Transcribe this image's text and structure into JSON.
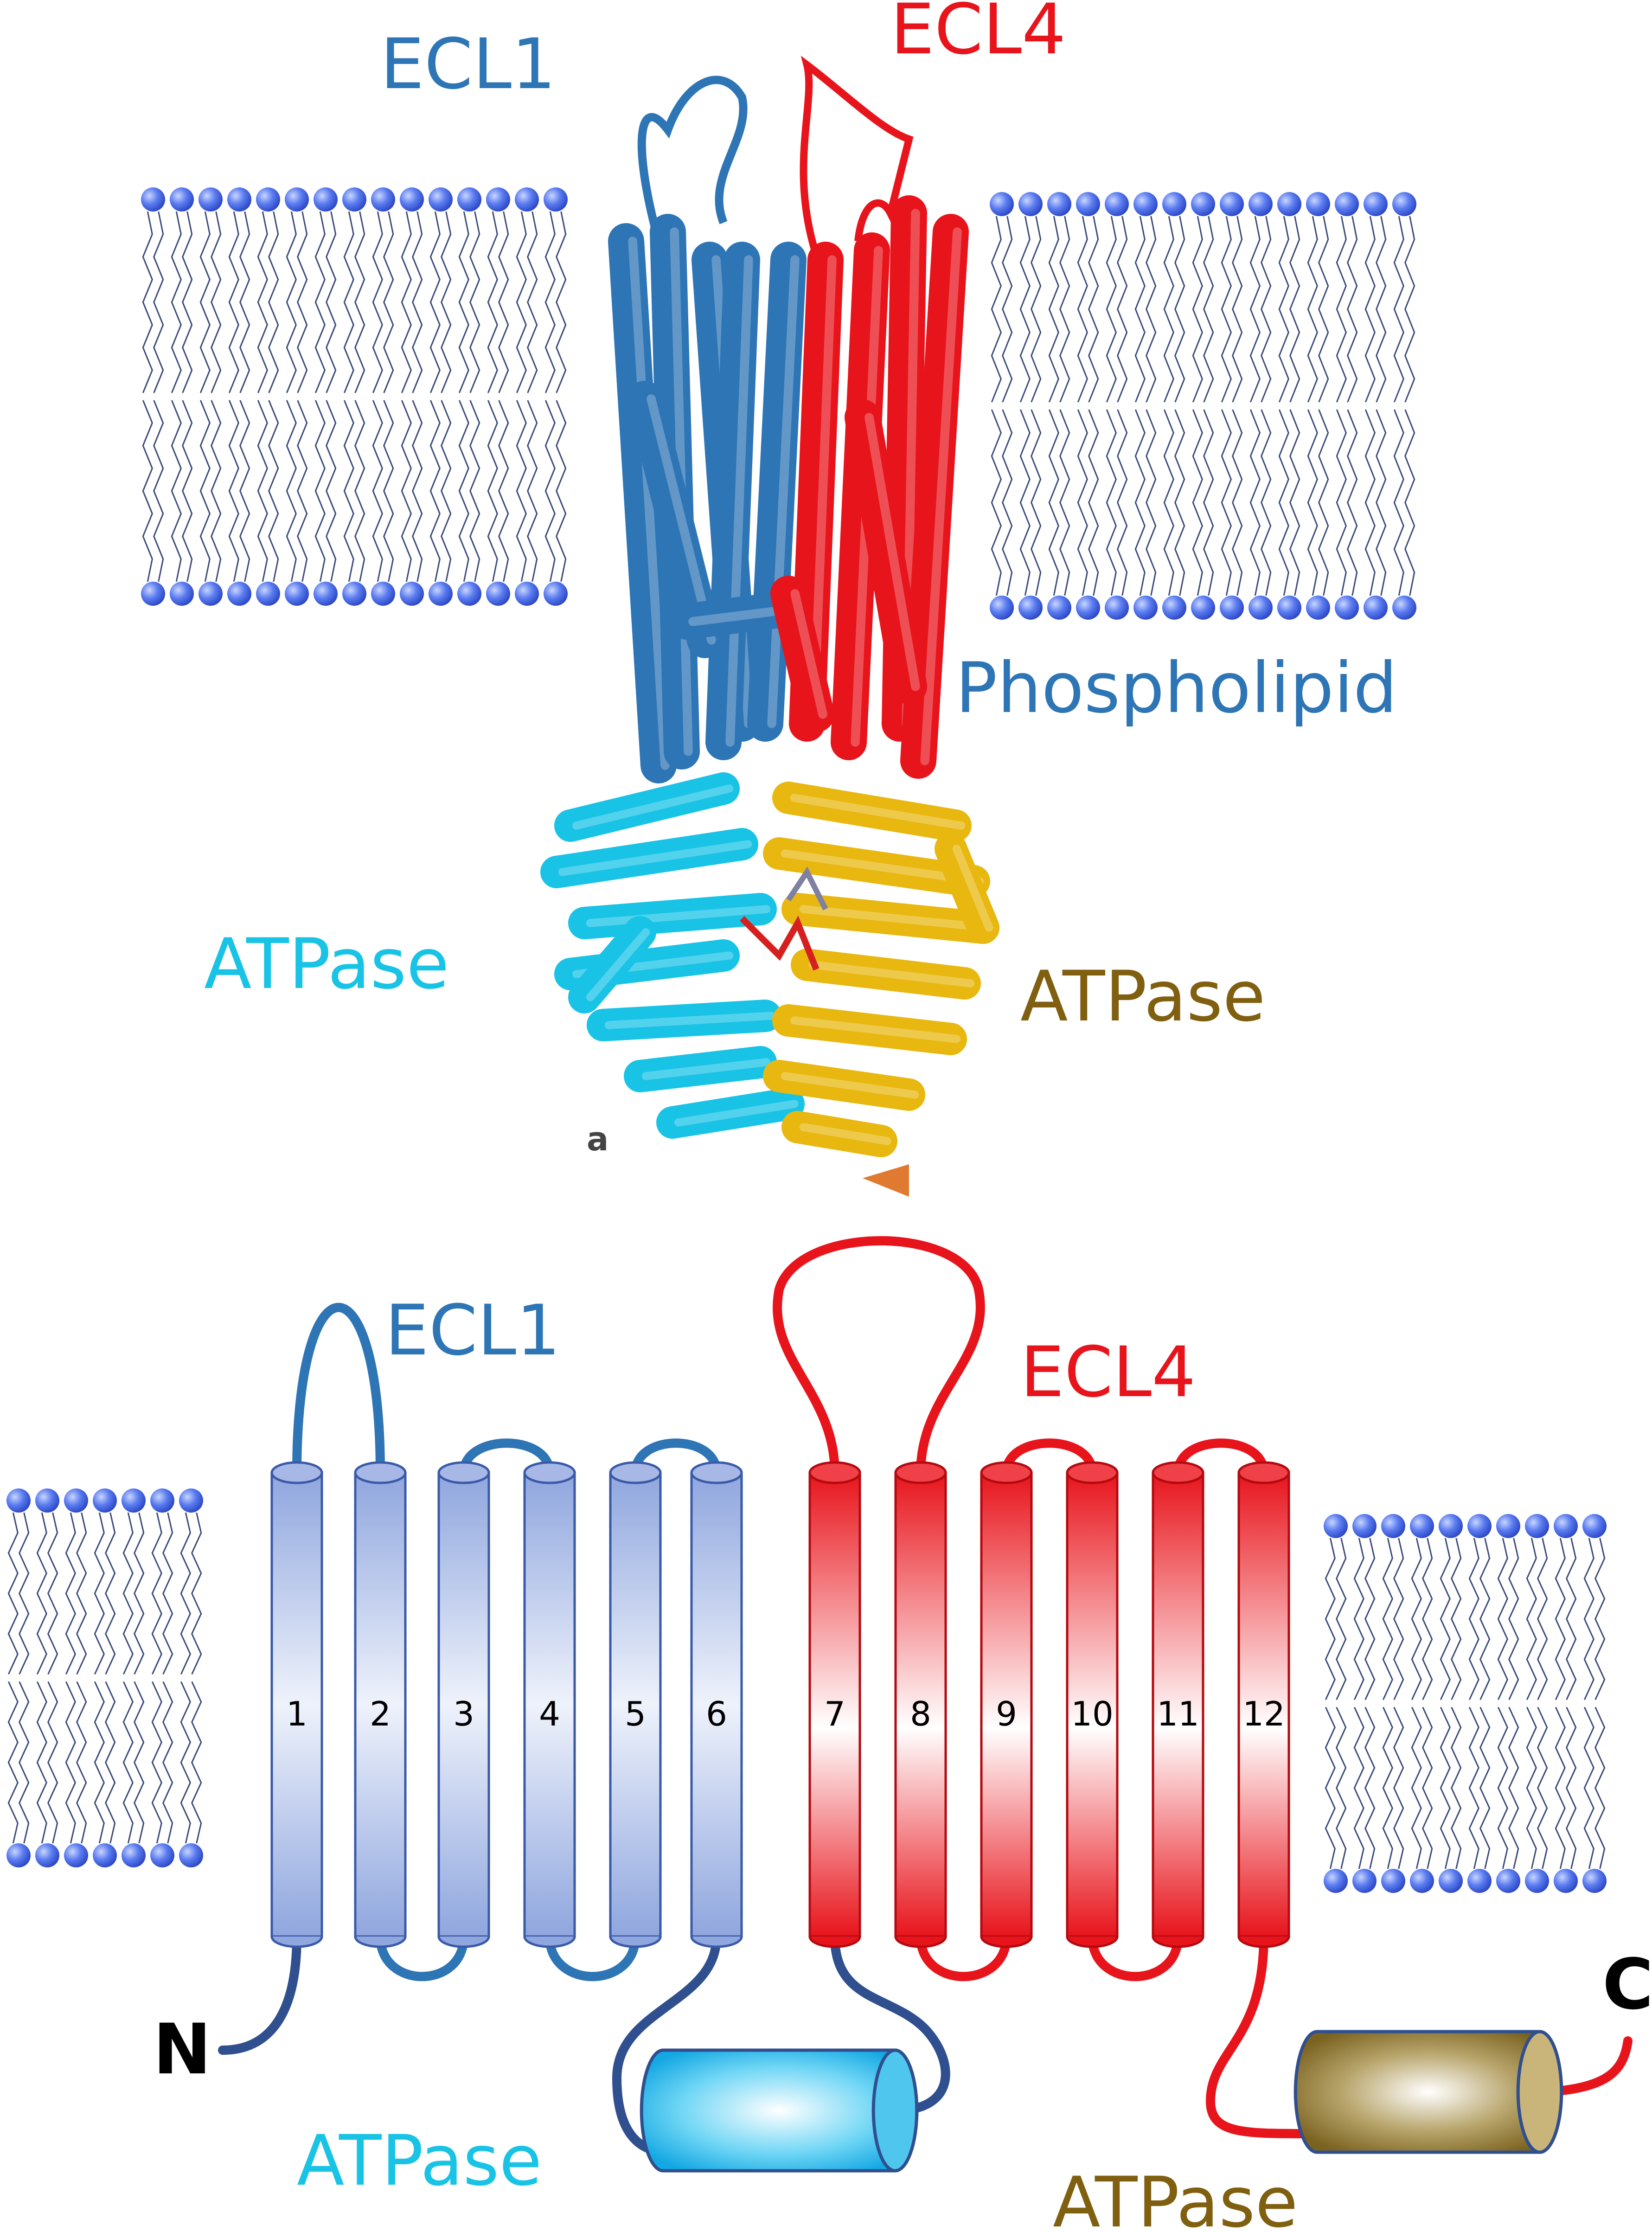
{
  "top_panel": {
    "labels": {
      "ecl1": "ECL1",
      "ecl4": "ECL4",
      "phospholipid": "Phospholipid",
      "atpase_left": "ATPase",
      "atpase_right": "ATPase",
      "panel_letter": "a"
    }
  },
  "bottom_panel": {
    "labels": {
      "ecl1": "ECL1",
      "ecl4": "ECL4",
      "n_terminus": "N",
      "c_terminus": "C",
      "atpase_left": "ATPase",
      "atpase_right": "ATPase"
    },
    "helices": [
      {
        "number": "1"
      },
      {
        "number": "2"
      },
      {
        "number": "3"
      },
      {
        "number": "4"
      },
      {
        "number": "5"
      },
      {
        "number": "6"
      },
      {
        "number": "7"
      },
      {
        "number": "8"
      },
      {
        "number": "9"
      },
      {
        "number": "10"
      },
      {
        "number": "11"
      },
      {
        "number": "12"
      }
    ]
  },
  "colors": {
    "domain1": "#2e75b6",
    "domain2": "#e8141c",
    "atpase1": "#19c3e6",
    "atpase2": "#806010",
    "lipid_head": "#4f6fe8",
    "n_linker": "#2f4f8f"
  }
}
